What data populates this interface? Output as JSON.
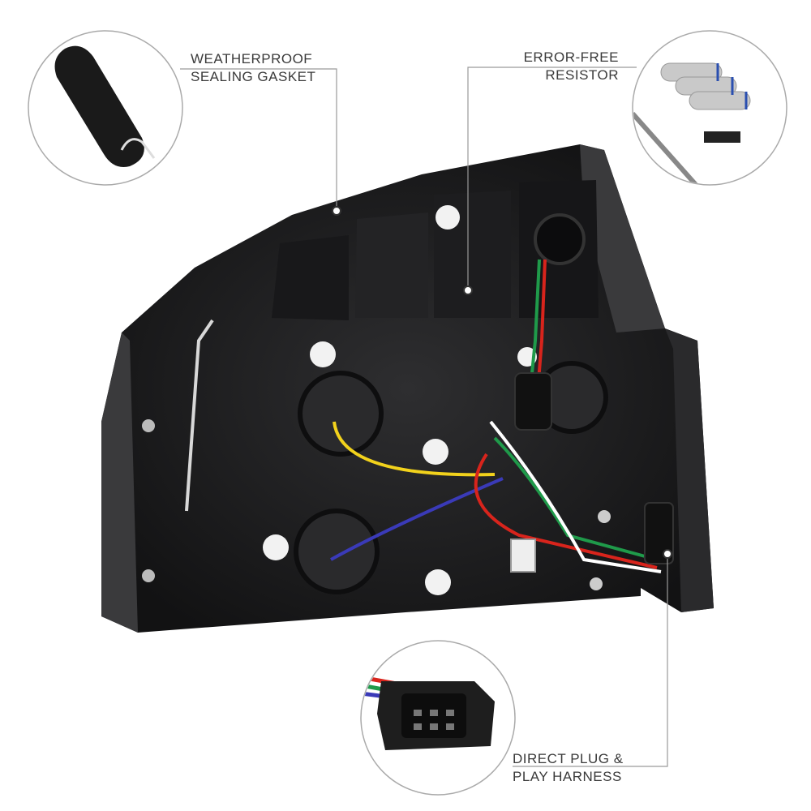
{
  "callouts": {
    "gasket": {
      "line1": "WEATHERPROOF",
      "line2": "SEALING GASKET"
    },
    "resistor": {
      "line1": "ERROR-FREE",
      "line2": "RESISTOR"
    },
    "harness": {
      "line1": "DIRECT PLUG &",
      "line2": "PLAY HARNESS"
    }
  },
  "colors": {
    "housing": "#1c1c1e",
    "leader_line": "#9a9a9a",
    "text": "#3a3a3a"
  },
  "wire_colors": [
    "#f2d21c",
    "#3a3ab8",
    "#d8241c",
    "#1f9a4a",
    "#ffffff"
  ]
}
